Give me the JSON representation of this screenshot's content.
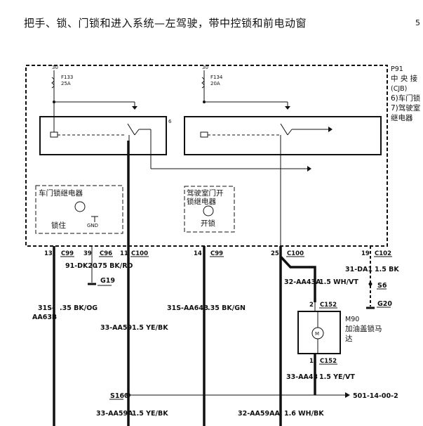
{
  "title": "把手、锁、门锁和进入系统—左驾驶，带中控锁和前电动窗",
  "page_num": "5",
  "module": {
    "id": "P91",
    "name_lines": [
      "中 央 接",
      "(CJB)",
      "6)车门锁",
      "7)驾驶室",
      "继电器"
    ]
  },
  "fuses": [
    {
      "supply": "30",
      "id": "F133",
      "rating": "25A"
    },
    {
      "supply": "30",
      "id": "F134",
      "rating": "20A"
    }
  ],
  "relays": [
    {
      "name": "车门锁继电器",
      "function": "锁住",
      "gnd": "GND",
      "pin": "6"
    },
    {
      "name_lines": [
        "驾驶室门开",
        "锁继电器"
      ],
      "function": "开锁"
    }
  ],
  "connectors": [
    {
      "pin": "13",
      "conn": "C99"
    },
    {
      "pin": "39",
      "conn": "C96"
    },
    {
      "pin": "11",
      "conn": "C100"
    },
    {
      "pin": "14",
      "conn": "C99"
    },
    {
      "pin": "25",
      "conn": "C100"
    },
    {
      "pin": "19",
      "conn": "C102"
    }
  ],
  "wires": [
    {
      "circuit": "91-DK20",
      "spec": ".75 BK/RD"
    },
    {
      "circuit": "31S-AA63B",
      "circuit_lines": [
        "31S-",
        "AA63B"
      ],
      "spec": ".35 BK/OG"
    },
    {
      "circuit": "33-AA59",
      "spec": "1.5 YE/BK"
    },
    {
      "circuit": "31S-AA64B",
      "spec": ".35 BK/GN"
    },
    {
      "circuit": "32-AA43A",
      "spec": "1.5 WH/VT"
    },
    {
      "circuit": "31-DA1",
      "spec": "1.5 BK"
    },
    {
      "circuit": "33-AA43",
      "spec": "1.5 YE/VT"
    },
    {
      "circuit": "33-AA59A",
      "spec": "1.5 YE/BK"
    },
    {
      "circuit": "32-AA59AA",
      "spec": "1.6 WH/BK"
    }
  ],
  "grounds": [
    "G19",
    "G20"
  ],
  "splices": [
    "S6",
    "S160"
  ],
  "motor": {
    "id": "M90",
    "name_lines": [
      "加油盖锁马",
      "达"
    ],
    "symbol": "M",
    "connectors": [
      {
        "pin": "2",
        "conn": "C152"
      },
      {
        "pin": "1",
        "conn": "C152"
      }
    ]
  },
  "reference": "501-14-00-2"
}
